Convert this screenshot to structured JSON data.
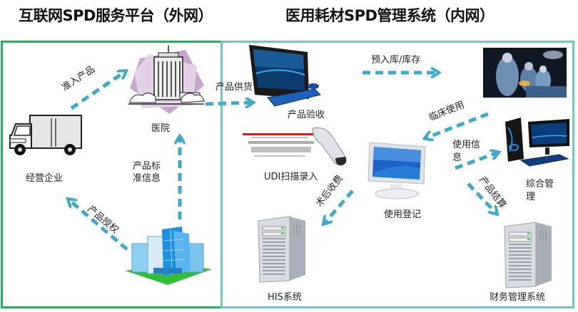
{
  "titles": {
    "left": "互联网SPD服务平台（外网）",
    "right": "医用耗材SPD管理系统（内网）"
  },
  "colors": {
    "outer_border": "#1fb35a",
    "inner_border": "#6ec7c3",
    "arrow": "#3fa9c9"
  },
  "nodes": {
    "enterprise": "经营企业",
    "hospital": "医院",
    "acceptance": "产品验收",
    "udi_scan": "UDI扫描录入",
    "usage_registration": "使用登记",
    "his": "HIS系统",
    "general_management_line1": "综合管",
    "general_management_line2": "理",
    "finance": "财务管理系统"
  },
  "arrows": {
    "admission": "准入产品",
    "standard_info_line1": "产品标",
    "standard_info_line2": "准信息",
    "authorization": "产品授权",
    "supply": "产品供货",
    "warehousing": "预入库/库存",
    "clinical_use": "临床使用",
    "usage_info_line1": "使用信",
    "usage_info_line2": "息",
    "post_op_billing": "术后收费",
    "settlement": "产品结算"
  }
}
